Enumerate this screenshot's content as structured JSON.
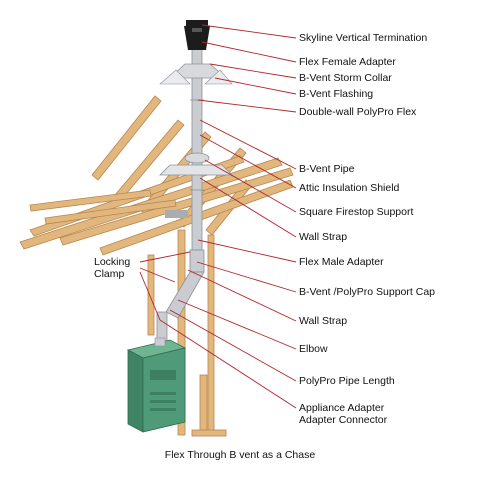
{
  "labels": {
    "skyline": "Skyline Vertical Termination",
    "flex_female": "Flex Female Adapter",
    "storm_collar": "B-Vent Storm Collar",
    "flashing": "B-Vent Flashing",
    "polypro_flex": "Double-wall PolyPro Flex",
    "bvent_pipe": "B-Vent Pipe",
    "attic_shield": "Attic Insulation Shield",
    "firestop": "Square Firestop Support",
    "wall_strap_1": "Wall Strap",
    "flex_male": "Flex Male Adapter",
    "support_cap": "B-Vent /PolyPro Support Cap",
    "wall_strap_2": "Wall Strap",
    "elbow": "Elbow",
    "pipe_length": "PolyPro Pipe Length",
    "appliance_adapter": "Appliance Adapter\nAdapter Connector",
    "locking_clamp": "Locking\nClamp"
  },
  "caption": "Flex Through B vent as a Chase",
  "colors": {
    "leader": "#b0262c",
    "wood": "#e2b77e",
    "wood_dark": "#b8864e",
    "pipe": "#c9ccd0",
    "pipe_dark": "#8d9196",
    "appliance": "#4f9a78",
    "appliance_dark": "#2f6b52",
    "termination": "#1c1c1c"
  }
}
